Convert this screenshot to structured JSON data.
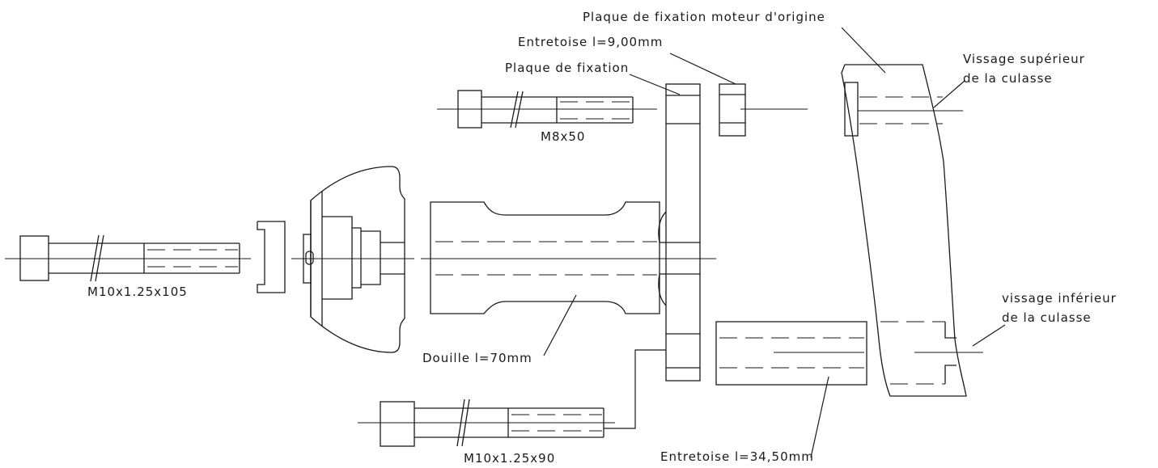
{
  "labels": {
    "plaque_origine": "Plaque de fixation moteur d'origine",
    "entretoise_9": "Entretoise l=9,00mm",
    "plaque_fixation": "Plaque de fixation",
    "vissage_sup_1": "Vissage supérieur",
    "vissage_sup_2": "de la culasse",
    "m8x50": "M8x50",
    "m10x105": "M10x1.25x105",
    "douille": "Douille l=70mm",
    "vissage_inf_1": "vissage inférieur",
    "vissage_inf_2": "de la culasse",
    "m10x90": "M10x1.25x90",
    "entretoise_34": "Entretoise l=34,50mm"
  }
}
